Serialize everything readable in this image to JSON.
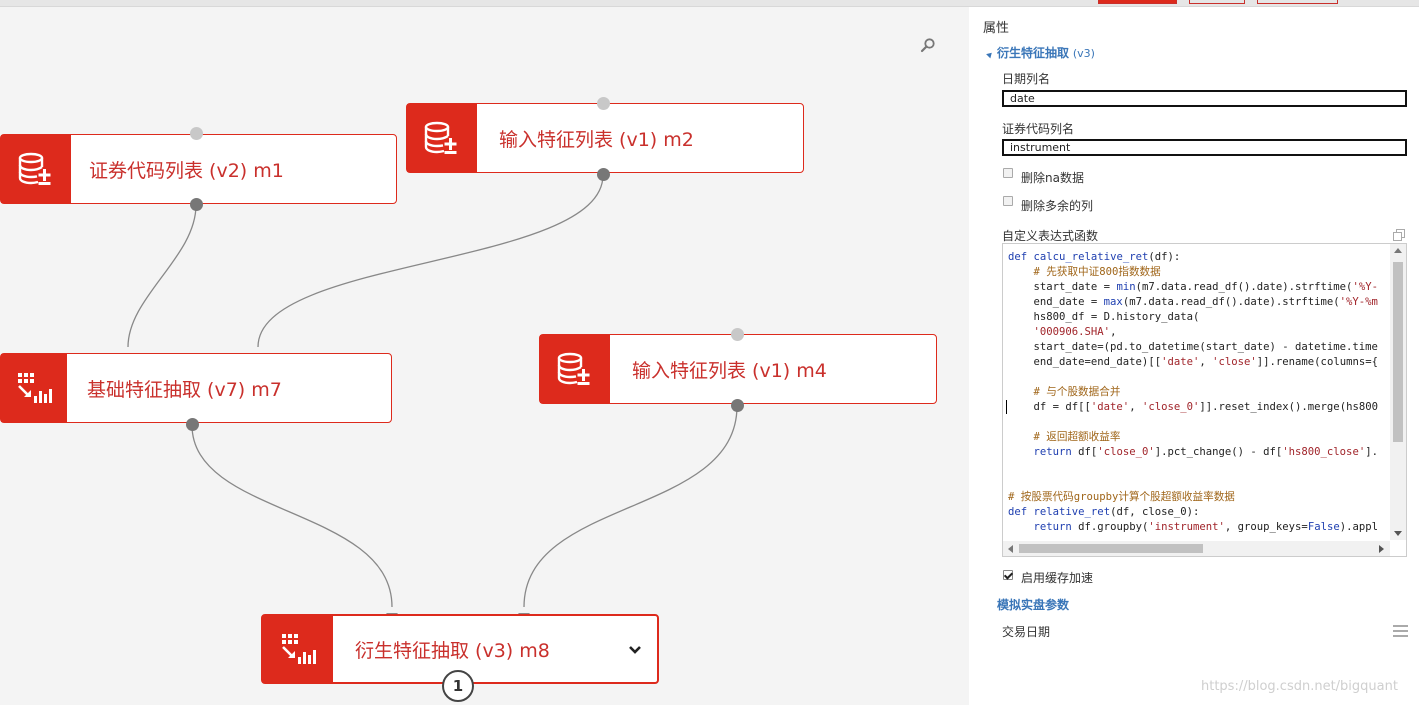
{
  "colors": {
    "accent": "#dd2a1c",
    "node_text": "#c9302c",
    "link": "#3a76b8",
    "canvas_bg": "#f4f4f4"
  },
  "canvas": {
    "nodes": [
      {
        "id": "m1",
        "label": "证券代码列表 (v2) m1",
        "icon": "database-add-icon"
      },
      {
        "id": "m2",
        "label": "输入特征列表 (v1) m2",
        "icon": "database-add-icon"
      },
      {
        "id": "m7",
        "label": "基础特征抽取 (v7) m7",
        "icon": "feature-extract-icon"
      },
      {
        "id": "m4",
        "label": "输入特征列表 (v1) m4",
        "icon": "database-add-icon"
      },
      {
        "id": "m8",
        "label": "衍生特征抽取 (v3) m8",
        "icon": "feature-extract-icon"
      }
    ],
    "edges": [
      [
        "m1",
        "m7"
      ],
      [
        "m2",
        "m7"
      ],
      [
        "m7",
        "m8"
      ],
      [
        "m4",
        "m8"
      ]
    ],
    "badge": "1",
    "zoom_icon": "search-icon"
  },
  "panel": {
    "title": "属性",
    "section": "衍生特征抽取",
    "section_version": "(v3)",
    "fields": {
      "date_col_label": "日期列名",
      "date_col_value": "date",
      "instrument_col_label": "证券代码列名",
      "instrument_col_value": "instrument"
    },
    "checkboxes": [
      {
        "label": "删除na数据",
        "checked": false
      },
      {
        "label": "删除多余的列",
        "checked": false
      }
    ],
    "expr_label": "自定义表达式函数",
    "code_lines": [
      "<span class=\"k\">def</span> <span class=\"f\">calcu_relative_ret</span>(df):",
      "    <span class=\"c\"># 先获取中证800指数数据</span>",
      "    start_date = <span class=\"k\">min</span>(m7.data.read_df().date).strftime(<span class=\"s\">'%Y-</span>",
      "    end_date = <span class=\"k\">max</span>(m7.data.read_df().date).strftime(<span class=\"s\">'%Y-%m</span>",
      "    hs800_df = D.history_data(",
      "    <span class=\"s\">'000906.SHA'</span>,",
      "    start_date=(pd.to_datetime(start_date) - datetime.time",
      "    end_date=end_date)[[<span class=\"s\">'date'</span>, <span class=\"s\">'close'</span>]].rename(columns={",
      "",
      "    <span class=\"c\"># 与个股数据合并</span>",
      "    df = df[[<span class=\"s\">'date'</span>, <span class=\"s\">'close_0'</span>]].reset_index().merge(hs800",
      "",
      "    <span class=\"c\"># 返回超额收益率</span>",
      "    <span class=\"k\">return</span> df[<span class=\"s\">'close_0'</span>].pct_change() - df[<span class=\"s\">'hs800_close'</span>].",
      "",
      "",
      "<span class=\"c\"># 按股票代码groupby计算个股超额收益率数据</span>",
      "<span class=\"k\">def</span> <span class=\"f\">relative_ret</span>(df, close_0):",
      "    <span class=\"k\">return</span> df.groupby(<span class=\"s\">'instrument'</span>, group_keys=<span class=\"k\">False</span>).appl"
    ],
    "cache_label": "启用缓存加速",
    "cache_checked": true,
    "sim_section": "模拟实盘参数",
    "trade_date_label": "交易日期"
  },
  "watermark": "https://blog.csdn.net/bigquant"
}
